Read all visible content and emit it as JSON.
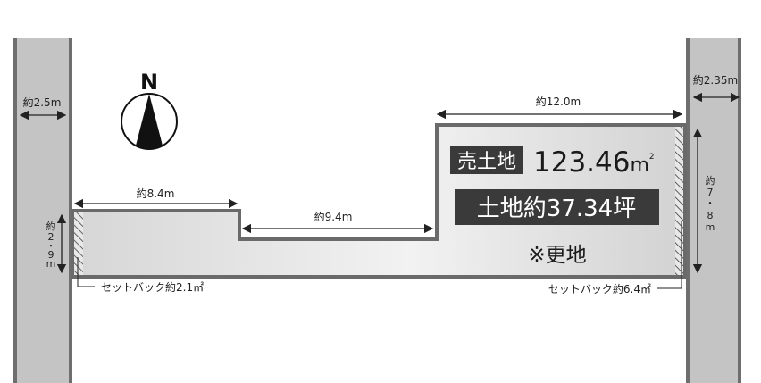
{
  "compass": {
    "label": "N"
  },
  "roads": {
    "left_width": "約2.5m",
    "right_width": "約2.35m"
  },
  "dimensions": {
    "top_left": "約8.4m",
    "middle": "約9.4m",
    "top_right": "約12.0m",
    "left_depth": [
      "約",
      "2",
      "・",
      "9",
      "m"
    ],
    "right_depth": [
      "約",
      "7",
      "・",
      "8",
      "m"
    ]
  },
  "setbacks": {
    "left": "セットバック約2.1㎡",
    "right": "セットバック約6.4㎡"
  },
  "labels": {
    "badge": "売土地",
    "area": "123.46",
    "area_unit": "m",
    "area_sup": "2",
    "tsubo": "土地約37.34坪",
    "note": "※更地"
  },
  "colors": {
    "road": "#c4c4c4",
    "road_edge": "#6e6e6e",
    "plot_edge": "#6a6a6a",
    "badge_bg": "#3a3a3a"
  }
}
